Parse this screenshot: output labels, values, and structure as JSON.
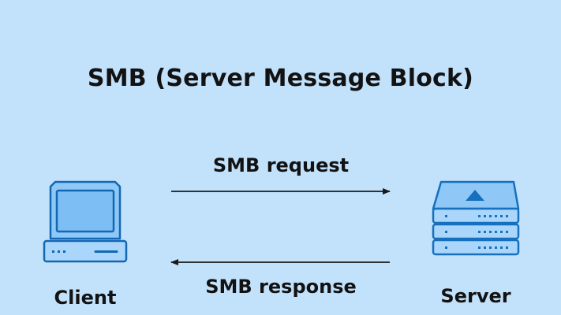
{
  "title": "SMB (Server Message Block)",
  "nodes": {
    "client": {
      "label": "Client",
      "icon": "computer-icon"
    },
    "server": {
      "label": "Server",
      "icon": "server-icon"
    }
  },
  "arrows": {
    "request": {
      "label": "SMB request",
      "direction": "client-to-server"
    },
    "response": {
      "label": "SMB response",
      "direction": "server-to-client"
    }
  },
  "colors": {
    "background": "#c2e1fb",
    "device_fill": "#8fc8f7",
    "device_light": "#a9d6fa",
    "device_stroke": "#1268b3",
    "server_stroke": "#1670be",
    "text": "#121212",
    "arrow": "#1a1a1a"
  }
}
